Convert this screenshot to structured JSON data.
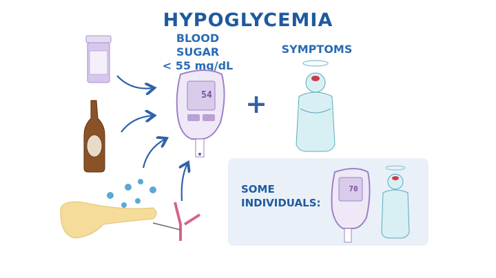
{
  "title": "HYPOGLYCEMIA",
  "blood_sugar": {
    "line1": "BLOOD SUGAR",
    "line2": "< 55 mg/dL"
  },
  "symptoms_label": "SYMPTOMS",
  "plus_sign": "+",
  "main_meter": {
    "reading": "54"
  },
  "panel": {
    "label_line1": "SOME",
    "label_line2": "INDIVIDUALS:",
    "meter_reading": "70"
  },
  "causes": [
    "medication-bottle",
    "alcohol-bottle",
    "pancreas-insulin",
    "antibody"
  ],
  "colors": {
    "title": "#1f5a9e",
    "text": "#2a6bb5",
    "arrow": "#2f62a8",
    "meter": "#b9a0d6",
    "figure": "#bfe4ec",
    "panel_bg": "#eaf0f8",
    "pancreas": "#f5dc9a",
    "antibody": "#d6638a",
    "insulin": "#5aa8d6"
  }
}
